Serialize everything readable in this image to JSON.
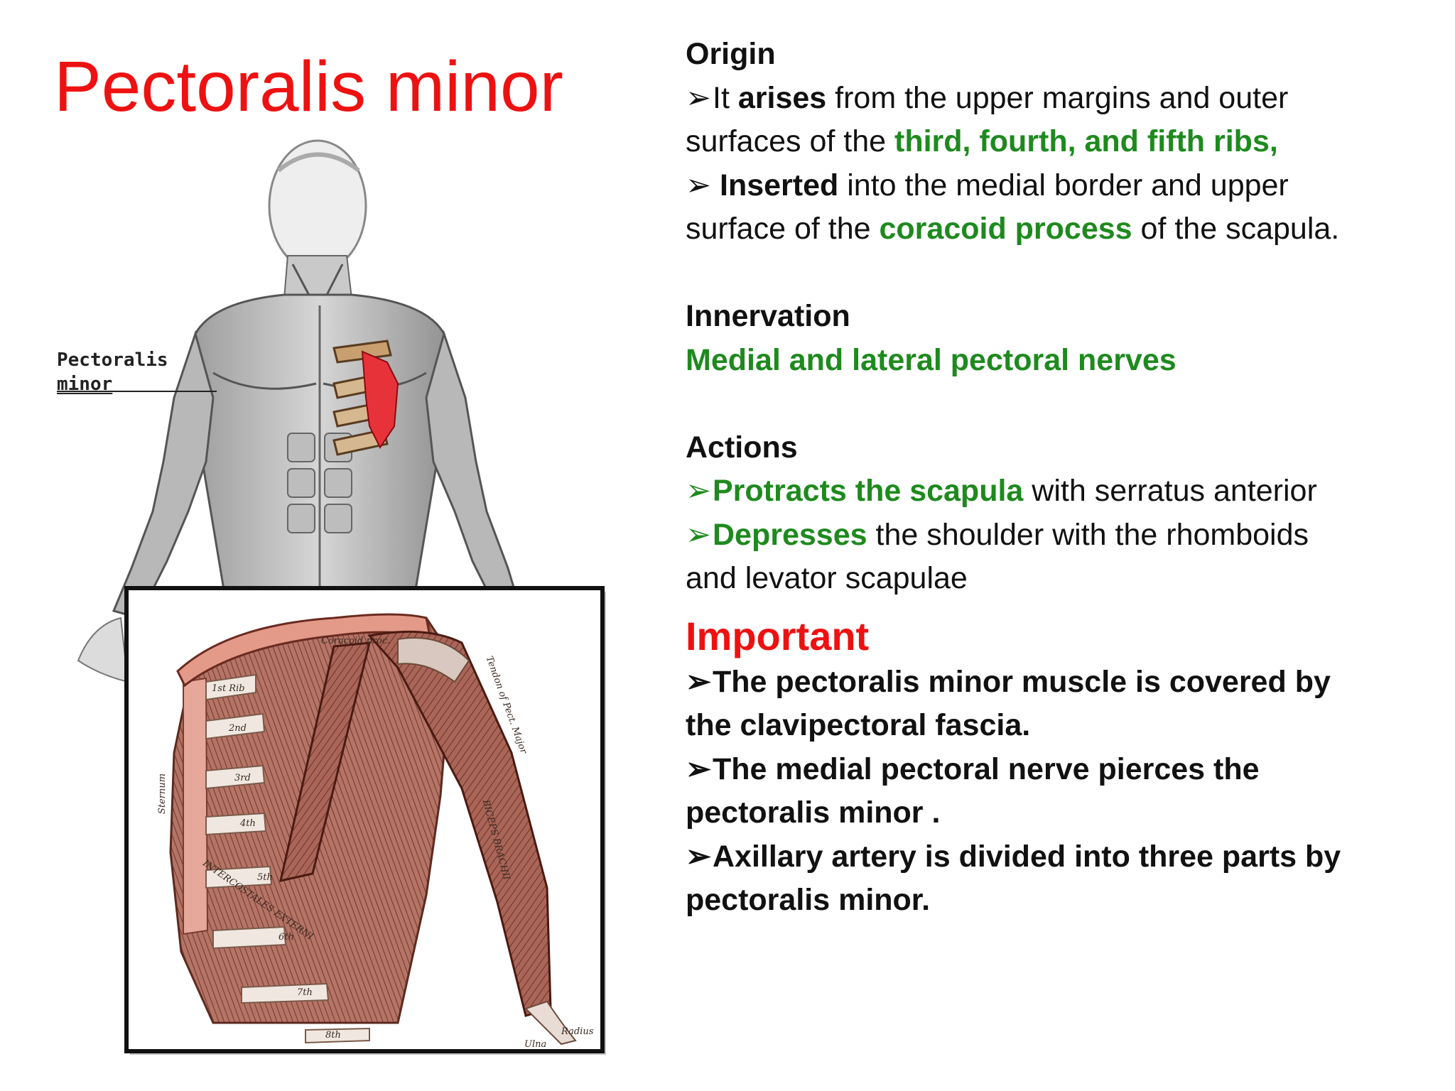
{
  "title": "Pectoralis minor",
  "diagram": {
    "label_line1": "Pectoralis",
    "label_line2": "minor",
    "callouts": {
      "rib1": "1st Rib",
      "rib2": "2nd",
      "rib3": "3rd",
      "rib4": "4th",
      "rib5": "5th",
      "rib6": "6th",
      "rib7": "7th",
      "rib8": "8th",
      "sternum": "Sternum",
      "coracoid": "Coracoid proc.",
      "tendon": "Tendon of Pect. Major",
      "biceps": "BICEPS BRACHII",
      "intercostales": "INTERCOSTALES EXTERNI",
      "radius": "Radius",
      "ulna": "Ulna"
    }
  },
  "origin": {
    "heading": "Origin",
    "bullet": "➢",
    "l1a": "It ",
    "l1b": "arises",
    "l1c": " from the upper margins and outer",
    "l2a": "surfaces of the ",
    "l2b": "third, fourth, and fifth ribs,",
    "l3a": "Inserted",
    "l3b": " into the medial border and upper",
    "l4a": "surface of the ",
    "l4b": "coracoid process",
    "l4c": " of the scapula."
  },
  "innervation": {
    "heading": "Innervation",
    "text": "Medial and lateral pectoral nerves"
  },
  "actions": {
    "heading": "Actions",
    "a1a": "Protracts the scapula",
    "a1b": " with serratus anterior",
    "a2a": "Depresses",
    "a2b": " the shoulder with the rhomboids",
    "a2c": "and levator scapulae"
  },
  "important": {
    "heading": "Important",
    "i1a": "The pectoralis minor muscle is covered  by",
    "i1b": "the clavipectoral fascia.",
    "i2a": "The medial pectoral nerve pierces the",
    "i2b": "pectoralis minor .",
    "i3a": "Axillary artery is divided into three parts by",
    "i3b": "pectoralis minor."
  }
}
